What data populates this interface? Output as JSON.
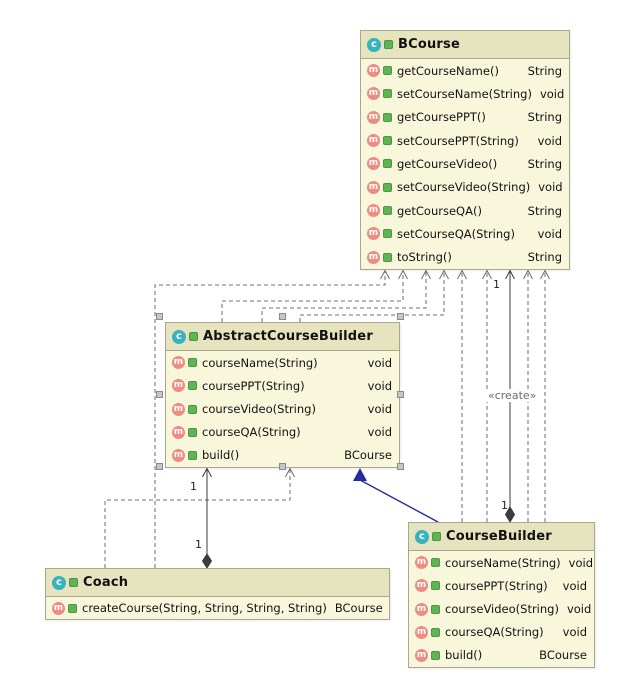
{
  "diagram": {
    "icons": {
      "class_letter": "c",
      "method_letter": "m"
    },
    "labels": {
      "create_stereotype": "«create»",
      "multiplicity": "1"
    },
    "colors": {
      "box_body": "#F9F7DB",
      "box_header": "#E6E4BF",
      "box_border": "#A9A78D",
      "class_icon": "#38B2BC",
      "method_icon": "#EE8C84",
      "green_icon": "#5FB554",
      "dependency_line": "#6E6E6E",
      "association_line": "#3C3C3C",
      "inheritance_line": "#2A2AA0",
      "handle_fill": "#C6C6C6",
      "handle_border": "#8A8A8A"
    },
    "classes": [
      {
        "name": "BCourse",
        "members": [
          {
            "name": "getCourseName()",
            "type": "String"
          },
          {
            "name": "setCourseName(String)",
            "type": "void"
          },
          {
            "name": "getCoursePPT()",
            "type": "String"
          },
          {
            "name": "setCoursePPT(String)",
            "type": "void"
          },
          {
            "name": "getCourseVideo()",
            "type": "String"
          },
          {
            "name": "setCourseVideo(String)",
            "type": "void"
          },
          {
            "name": "getCourseQA()",
            "type": "String"
          },
          {
            "name": "setCourseQA(String)",
            "type": "void"
          },
          {
            "name": "toString()",
            "type": "String"
          }
        ]
      },
      {
        "name": "AbstractCourseBuilder",
        "members": [
          {
            "name": "courseName(String)",
            "type": "void"
          },
          {
            "name": "coursePPT(String)",
            "type": "void"
          },
          {
            "name": "courseVideo(String)",
            "type": "void"
          },
          {
            "name": "courseQA(String)",
            "type": "void"
          },
          {
            "name": "build()",
            "type": "BCourse"
          }
        ]
      },
      {
        "name": "Coach",
        "members": [
          {
            "name": "createCourse(String, String, String, String)",
            "type": "BCourse"
          }
        ]
      },
      {
        "name": "CourseBuilder",
        "members": [
          {
            "name": "courseName(String)",
            "type": "void"
          },
          {
            "name": "coursePPT(String)",
            "type": "void"
          },
          {
            "name": "courseVideo(String)",
            "type": "void"
          },
          {
            "name": "courseQA(String)",
            "type": "void"
          },
          {
            "name": "build()",
            "type": "BCourse"
          }
        ]
      }
    ]
  }
}
